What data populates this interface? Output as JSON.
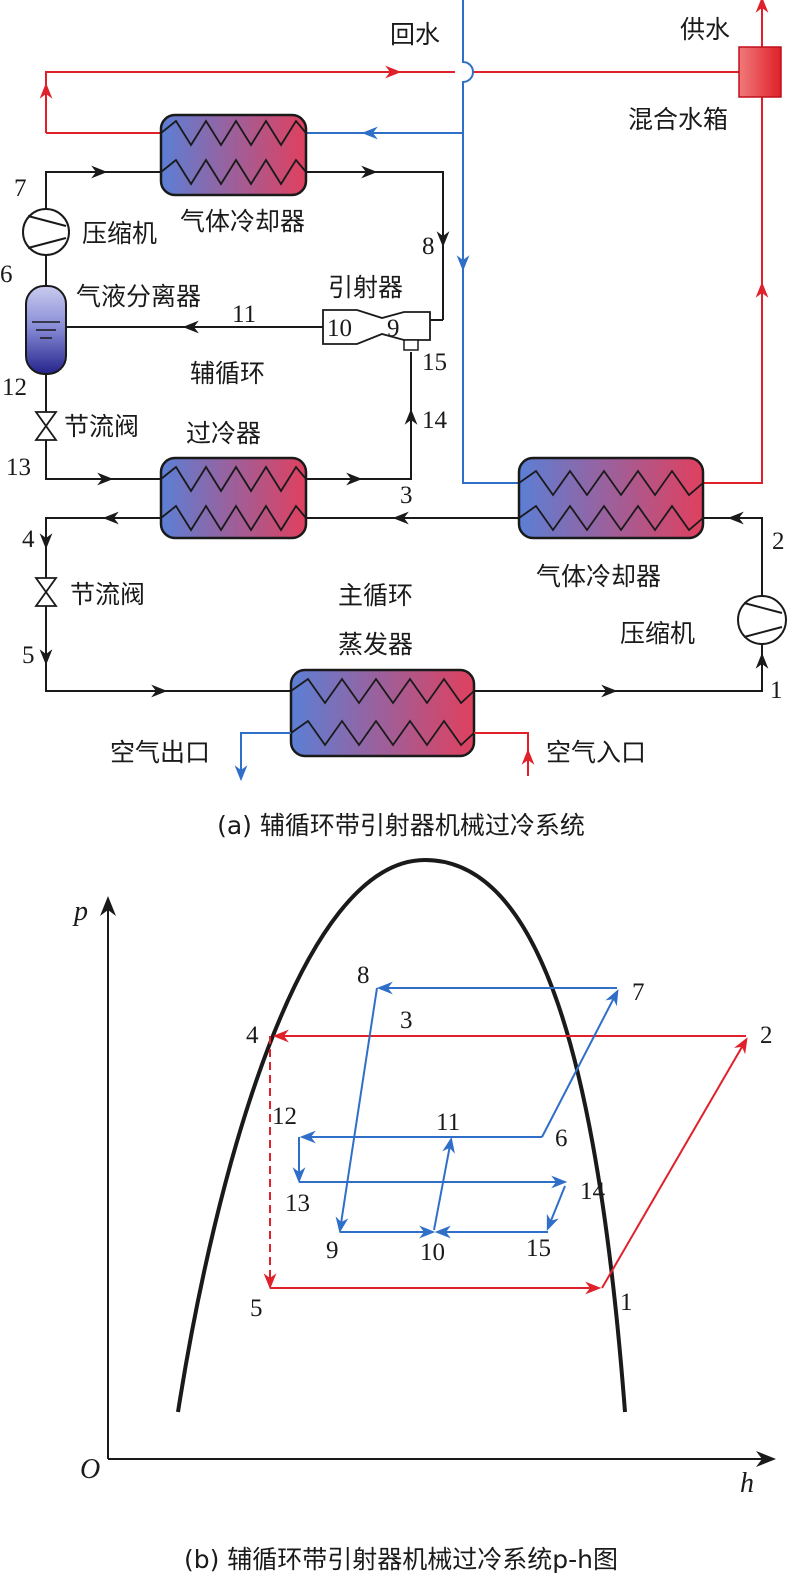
{
  "diagram_a": {
    "caption": "(a) 辅循环带引射器机械过冷系统",
    "labels": {
      "return_water": "回水",
      "supply_water": "供水",
      "mixing_tank": "混合水箱",
      "compressor_aux": "压缩机",
      "gas_cooler_aux": "气体冷却器",
      "separator": "气液分离器",
      "ejector": "引射器",
      "aux_cycle": "辅循环",
      "throttle_aux": "节流阀",
      "subcooler": "过冷器",
      "throttle_main": "节流阀",
      "main_cycle": "主循环",
      "evaporator": "蒸发器",
      "gas_cooler_main": "气体冷却器",
      "compressor_main": "压缩机",
      "air_out": "空气出口",
      "air_in": "空气入口"
    },
    "state_points": {
      "p1": "1",
      "p2": "2",
      "p3": "3",
      "p4": "4",
      "p5": "5",
      "p6": "6",
      "p7": "7",
      "p8": "8",
      "p9": "9",
      "p10": "10",
      "p11": "11",
      "p12": "12",
      "p13": "13",
      "p14": "14",
      "p15": "15"
    }
  },
  "diagram_b": {
    "caption": "(b) 辅循环带引射器机械过冷系统p-h图",
    "axis_y": "p",
    "axis_x": "h",
    "origin": "O",
    "points": {
      "p1": "1",
      "p2": "2",
      "p3": "3",
      "p4": "4",
      "p5": "5",
      "p6": "6",
      "p7": "7",
      "p8": "8",
      "p9": "9",
      "p10": "10",
      "p11": "11",
      "p12": "12",
      "p13": "13",
      "p14": "14",
      "p15": "15"
    }
  },
  "colors": {
    "main_cycle": "#e0202a",
    "aux_cycle": "#2f6fc8",
    "lines": "#1a1a1a",
    "hx_cold": "#5b7fd6",
    "hx_hot": "#e0405e"
  }
}
